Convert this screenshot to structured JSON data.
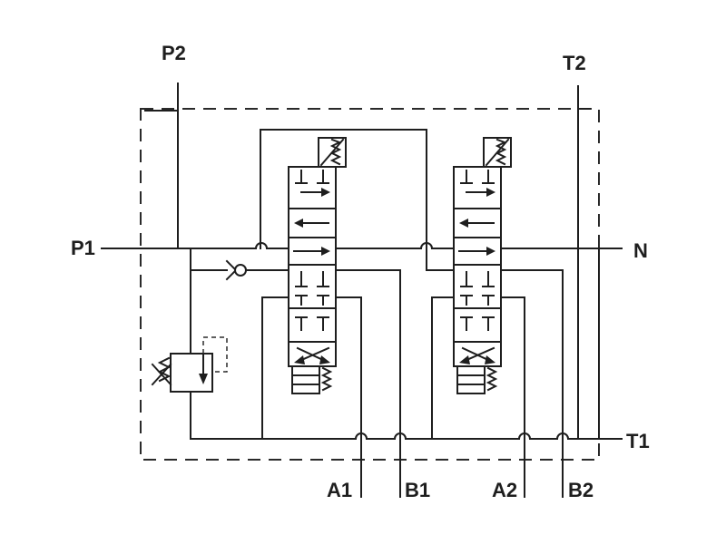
{
  "ports": {
    "p1": "P1",
    "p2": "P2",
    "t1": "T1",
    "t2": "T2",
    "n": "N",
    "a1": "A1",
    "b1": "B1",
    "a2": "A2",
    "b2": "B2"
  },
  "components": {
    "valve_count": 2,
    "relief_valve": "relief-valve-icon",
    "check_valve": "check-valve-icon",
    "spool_valve": "spool-valve-icon",
    "spring": "spring-icon"
  },
  "colors": {
    "line": "#1e1e1e",
    "background": "#ffffff"
  }
}
